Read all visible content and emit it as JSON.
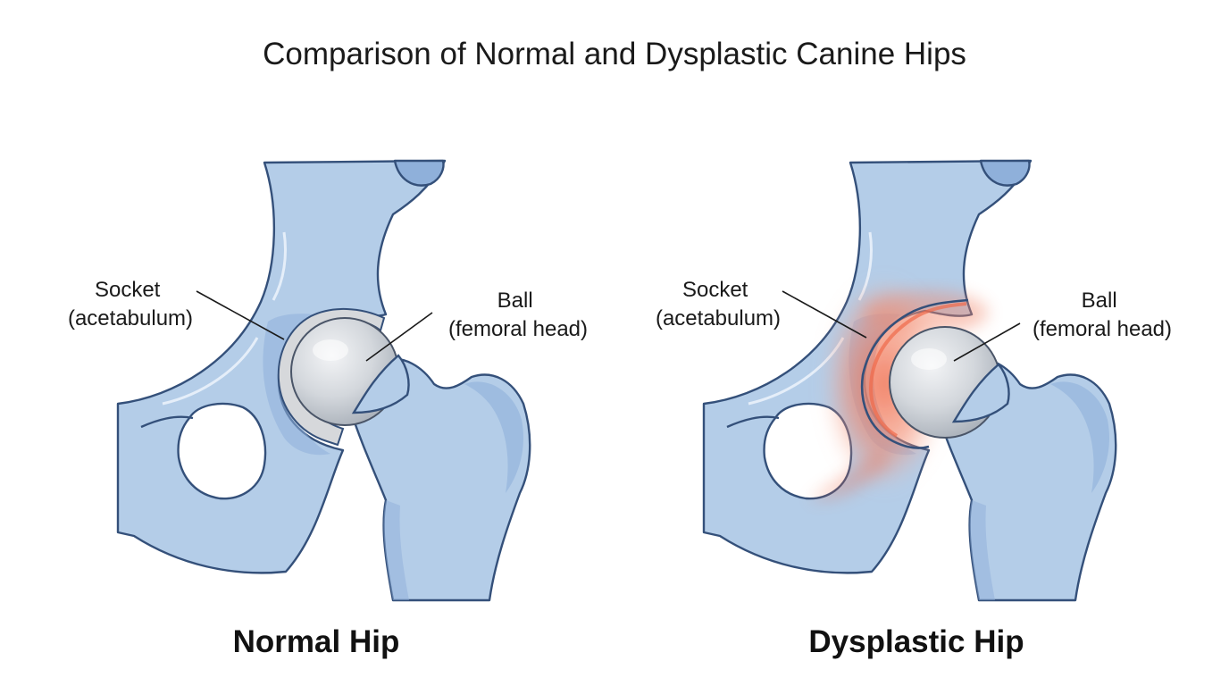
{
  "title": "Comparison of Normal and Dysplastic Canine Hips",
  "colors": {
    "bone_fill": "#b4cde8",
    "bone_shade": "#8fb0da",
    "bone_outline": "#34507a",
    "cartilage": "#d6d8db",
    "femoral_head": "#d0d4d9",
    "inflammation": "#ef6a4a"
  },
  "panels": [
    {
      "caption": "Normal Hip",
      "socket_label": [
        "Socket",
        "(acetabulum)"
      ],
      "ball_label": [
        "Ball",
        "(femoral head)"
      ]
    },
    {
      "caption": "Dysplastic Hip",
      "socket_label": [
        "Socket",
        "(acetabulum)"
      ],
      "ball_label": [
        "Ball",
        "(femoral head)"
      ]
    }
  ]
}
